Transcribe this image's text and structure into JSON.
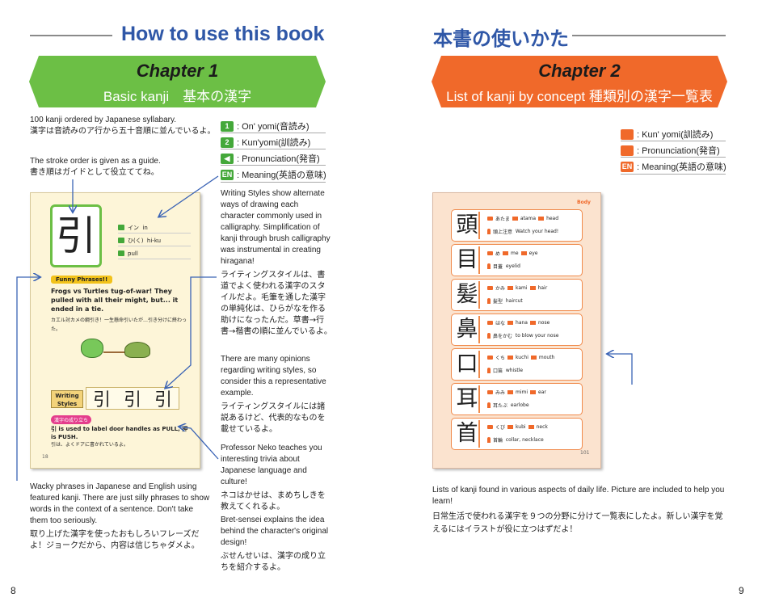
{
  "left_page": {
    "title": "How to use this book",
    "chapter_label": "Chapter 1",
    "chapter_subtitle": "Basic kanji　基本の漢字",
    "intro_en": "100 kanji ordered by Japanese syllabary.",
    "intro_jp": "漢字は音読みのア行から五十音順に並んでいるよ。",
    "stroke_en": "The stroke order is given as a guide.",
    "stroke_jp": "書き順はガイドとして役立ててね。",
    "legend": [
      {
        "badge": "1",
        "text": ": On' yomi(音読み)",
        "color": "#44a83a"
      },
      {
        "badge": "2",
        "text": ": Kun'yomi(訓読み)",
        "color": "#44a83a"
      },
      {
        "badge": "◀",
        "text": ": Pronunciation(発音)",
        "color": "#44a83a"
      },
      {
        "badge": "EN",
        "text": ": Meaning(英語の意味)",
        "color": "#44a83a"
      }
    ],
    "writing_styles_en": "Writing Styles show alternate ways of drawing each character commonly used in calligraphy. Simplification of kanji through brush calligraphy was instrumental in creating hiragana!",
    "writing_styles_jp": "ライティングスタイルは、書道でよく使われる漢字のスタイルだよ。毛筆を通した漢字の単純化は、ひらがなを作る助けになったんだ。草書→行書→楷書の順に並んでいるよ。",
    "opinions_en": "There are many opinions regarding writing styles, so consider this a representative example.",
    "opinions_jp": "ライティングスタイルには諸説あるけど、代表的なものを載せているよ。",
    "neko_en": "Professor Neko teaches you interesting trivia about Japanese language and culture!",
    "neko_jp": "ネコはかせは、まめちしきを教えてくれるよ。",
    "bret_en": "Bret-sensei explains the idea behind the character's original design!",
    "bret_jp": "ぶせんせいは、漢字の成り立ちを紹介するよ。",
    "wacky_en": "Wacky phrases in Japanese and English using featured kanji. There are just silly phrases to show words in the context of a sentence. Don't take them too seriously.",
    "wacky_jp": "取り上げた漢字を使ったおもしろいフレーズだよ！ジョークだから、内容は信じちゃダメよ。",
    "page_number": "8",
    "sample": {
      "kanji": "引",
      "rows": [
        {
          "label": "イン",
          "reading": "in"
        },
        {
          "label": "ひ(く)",
          "reading": "hi-ku"
        },
        {
          "label": "pull",
          "reading": ""
        }
      ],
      "funny_tag": "Funny Phrases!!",
      "funny_text": "Frogs vs Turtles tug-of-war! They pulled with all their might, but... it ended in a tie.",
      "funny_jp": "カエル対カメの綱引き！一生懸命引いたが…引き分けに終わった。",
      "ws_tag": "Writing Styles",
      "ws_glyphs": [
        "引",
        "引",
        "引"
      ],
      "pink_tag": "漢字の成り立ち",
      "trivia": "引 is used to label door handles as PULL, 押 is PUSH.",
      "trivia_jp": "引は、よくドアに書かれているよ。",
      "page_no": "18"
    }
  },
  "right_page": {
    "title": "本書の使いかた",
    "chapter_label": "Chapter 2",
    "chapter_subtitle": "List of kanji by concept 種類別の漢字一覧表",
    "legend": [
      {
        "text": ": Kun' yomi(訓読み)"
      },
      {
        "text": ": Pronunciation(発音)"
      },
      {
        "badge": "EN",
        "text": ": Meaning(英語の意味)"
      }
    ],
    "caption_en": "Lists of kanji found in various aspects of daily life. Picture are included to help you learn!",
    "caption_jp": "日常生活で使われる漢字を９つの分野に分けて一覧表にしたよ。新しい漢字を覚えるにはイラストが役に立つはずだよ！",
    "page_number": "9",
    "sample": {
      "header": "Body",
      "page_no": "101",
      "kanji_rows": [
        {
          "kanji": "頭",
          "kun": "あたま",
          "pron": "atama",
          "meaning": "head",
          "word": "頭上注意",
          "phrase": "Watch your head!"
        },
        {
          "kanji": "目",
          "kun": "め",
          "pron": "me",
          "meaning": "eye",
          "word": "目蓋",
          "phrase": "eyelid"
        },
        {
          "kanji": "髪",
          "kun": "かみ",
          "pron": "kami",
          "meaning": "hair",
          "word": "髪型",
          "phrase": "haircut"
        },
        {
          "kanji": "鼻",
          "kun": "はな",
          "pron": "hana",
          "meaning": "nose",
          "word": "鼻をかむ",
          "phrase": "to blow your nose"
        },
        {
          "kanji": "口",
          "kun": "くち",
          "pron": "kuchi",
          "meaning": "mouth",
          "word": "口笛",
          "phrase": "whistle"
        },
        {
          "kanji": "耳",
          "kun": "みみ",
          "pron": "mimi",
          "meaning": "ear",
          "word": "耳たぶ",
          "phrase": "earlobe"
        },
        {
          "kanji": "首",
          "kun": "くび",
          "pron": "kubi",
          "meaning": "neck",
          "word": "首輪",
          "phrase": "collar, necklace"
        }
      ]
    }
  },
  "colors": {
    "title_blue": "#2f57a7",
    "green": "#6cbf45",
    "orange": "#f0692a"
  }
}
